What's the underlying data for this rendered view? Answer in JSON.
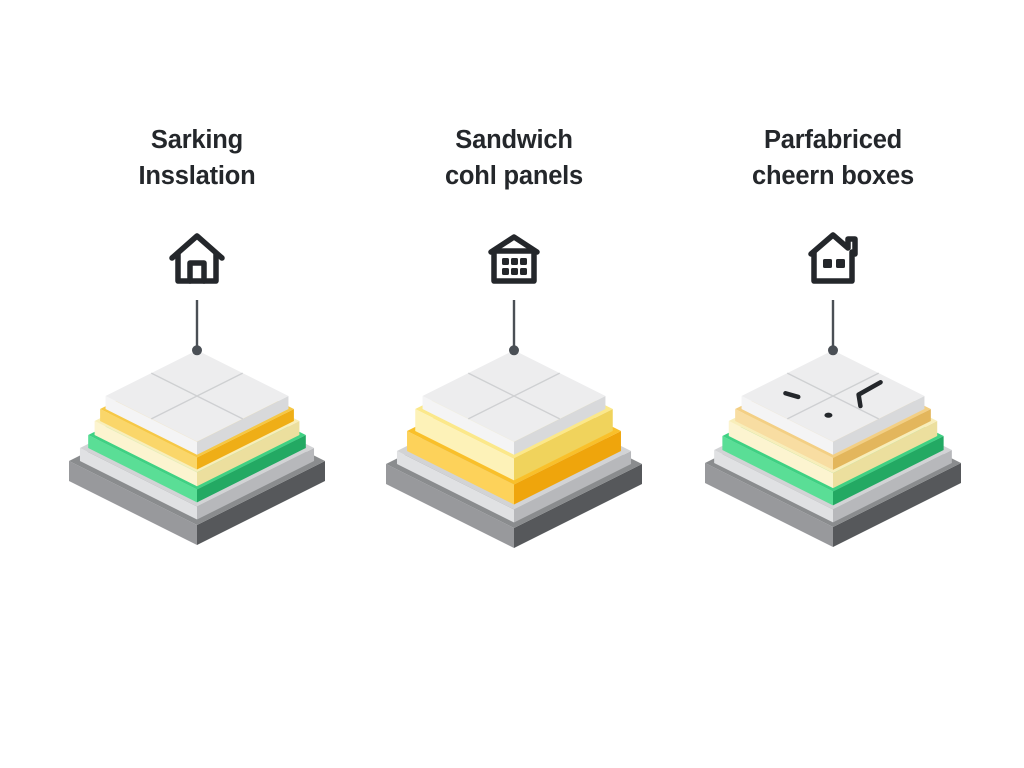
{
  "page": {
    "background_color": "#ffffff",
    "title": "Roof build-up layer stacks",
    "text_color": "#24272b",
    "leader_line_color": "#4a4f55"
  },
  "columns": [
    {
      "id": "sarking-insulation",
      "caption_line1": "Sarking",
      "caption_line2": "Insslation",
      "icon": "house-icon",
      "icon_label": "house with door",
      "top_panel_marks": [],
      "layers": [
        {
          "name": "top-panel",
          "label": "white panel",
          "top": "#ededee",
          "left": "#f4f4f5",
          "right": "#d8d9db",
          "size": 1.0,
          "thickness": 13
        },
        {
          "name": "amber-layer",
          "label": "amber board",
          "top": "#f6c846",
          "left": "#fad66a",
          "right": "#efae17",
          "size": 1.06,
          "thickness": 12
        },
        {
          "name": "cream-layer",
          "label": "cream insulation",
          "top": "#f8eeba",
          "left": "#fcf4d0",
          "right": "#ecdf9e",
          "size": 1.12,
          "thickness": 14
        },
        {
          "name": "green-layer",
          "label": "green membrane",
          "top": "#3ed183",
          "left": "#5ade96",
          "right": "#23a963",
          "size": 1.19,
          "thickness": 13
        },
        {
          "name": "light-gray-layer",
          "label": "light grey deck",
          "top": "#d2d3d5",
          "left": "#e0e1e3",
          "right": "#b7b8bb",
          "size": 1.28,
          "thickness": 13
        },
        {
          "name": "base-slab",
          "label": "dark grey base",
          "top": "#8a8c8e",
          "left": "#98999c",
          "right": "#56585b",
          "size": 1.4,
          "thickness": 20
        }
      ]
    },
    {
      "id": "sandwich-cool-panels",
      "caption_line1": "Sandwich",
      "caption_line2": "cohl panels",
      "icon": "building-windows-icon",
      "icon_label": "building with six windows",
      "top_panel_marks": [],
      "layers": [
        {
          "name": "top-panel",
          "label": "white panel",
          "top": "#ededee",
          "left": "#f4f4f5",
          "right": "#d8d9db",
          "size": 1.0,
          "thickness": 13
        },
        {
          "name": "cream-layer",
          "label": "cream core",
          "top": "#fbe88a",
          "left": "#fdf2b8",
          "right": "#f0d35c",
          "size": 1.08,
          "thickness": 22
        },
        {
          "name": "amber-layer",
          "label": "amber board",
          "top": "#f9c02a",
          "left": "#fdd25a",
          "right": "#efa50c",
          "size": 1.17,
          "thickness": 20
        },
        {
          "name": "light-gray-layer",
          "label": "light grey deck",
          "top": "#d2d3d5",
          "left": "#e0e1e3",
          "right": "#b7b8bb",
          "size": 1.28,
          "thickness": 13
        },
        {
          "name": "base-slab",
          "label": "dark grey base",
          "top": "#8a8c8e",
          "left": "#98999c",
          "right": "#56585b",
          "size": 1.4,
          "thickness": 20
        }
      ]
    },
    {
      "id": "prefabricated-chimney-boxes",
      "caption_line1": "Parfabriced",
      "caption_line2": "cheern boxes",
      "icon": "house-chimney-icon",
      "icon_label": "house with chimney and two windows",
      "top_panel_marks": [
        "dash-mark",
        "l-bracket-mark",
        "dot-mark"
      ],
      "layers": [
        {
          "name": "top-panel",
          "label": "white panel",
          "top": "#ededee",
          "left": "#f4f4f5",
          "right": "#d8d9db",
          "size": 1.0,
          "thickness": 13
        },
        {
          "name": "tan-layer",
          "label": "tan board",
          "top": "#f3cf84",
          "left": "#f8dda2",
          "right": "#e3b65c",
          "size": 1.07,
          "thickness": 12
        },
        {
          "name": "cream-layer",
          "label": "cream insulation",
          "top": "#f8eeba",
          "left": "#fcf4d0",
          "right": "#ecdf9e",
          "size": 1.14,
          "thickness": 15
        },
        {
          "name": "green-layer",
          "label": "green membrane",
          "top": "#3ed183",
          "left": "#5ade96",
          "right": "#23a963",
          "size": 1.21,
          "thickness": 14
        },
        {
          "name": "light-gray-layer",
          "label": "light grey deck",
          "top": "#d2d3d5",
          "left": "#e0e1e3",
          "right": "#b7b8bb",
          "size": 1.3,
          "thickness": 13
        },
        {
          "name": "base-slab",
          "label": "dark grey base",
          "top": "#8a8c8e",
          "left": "#98999c",
          "right": "#56585b",
          "size": 1.4,
          "thickness": 20
        }
      ]
    }
  ]
}
